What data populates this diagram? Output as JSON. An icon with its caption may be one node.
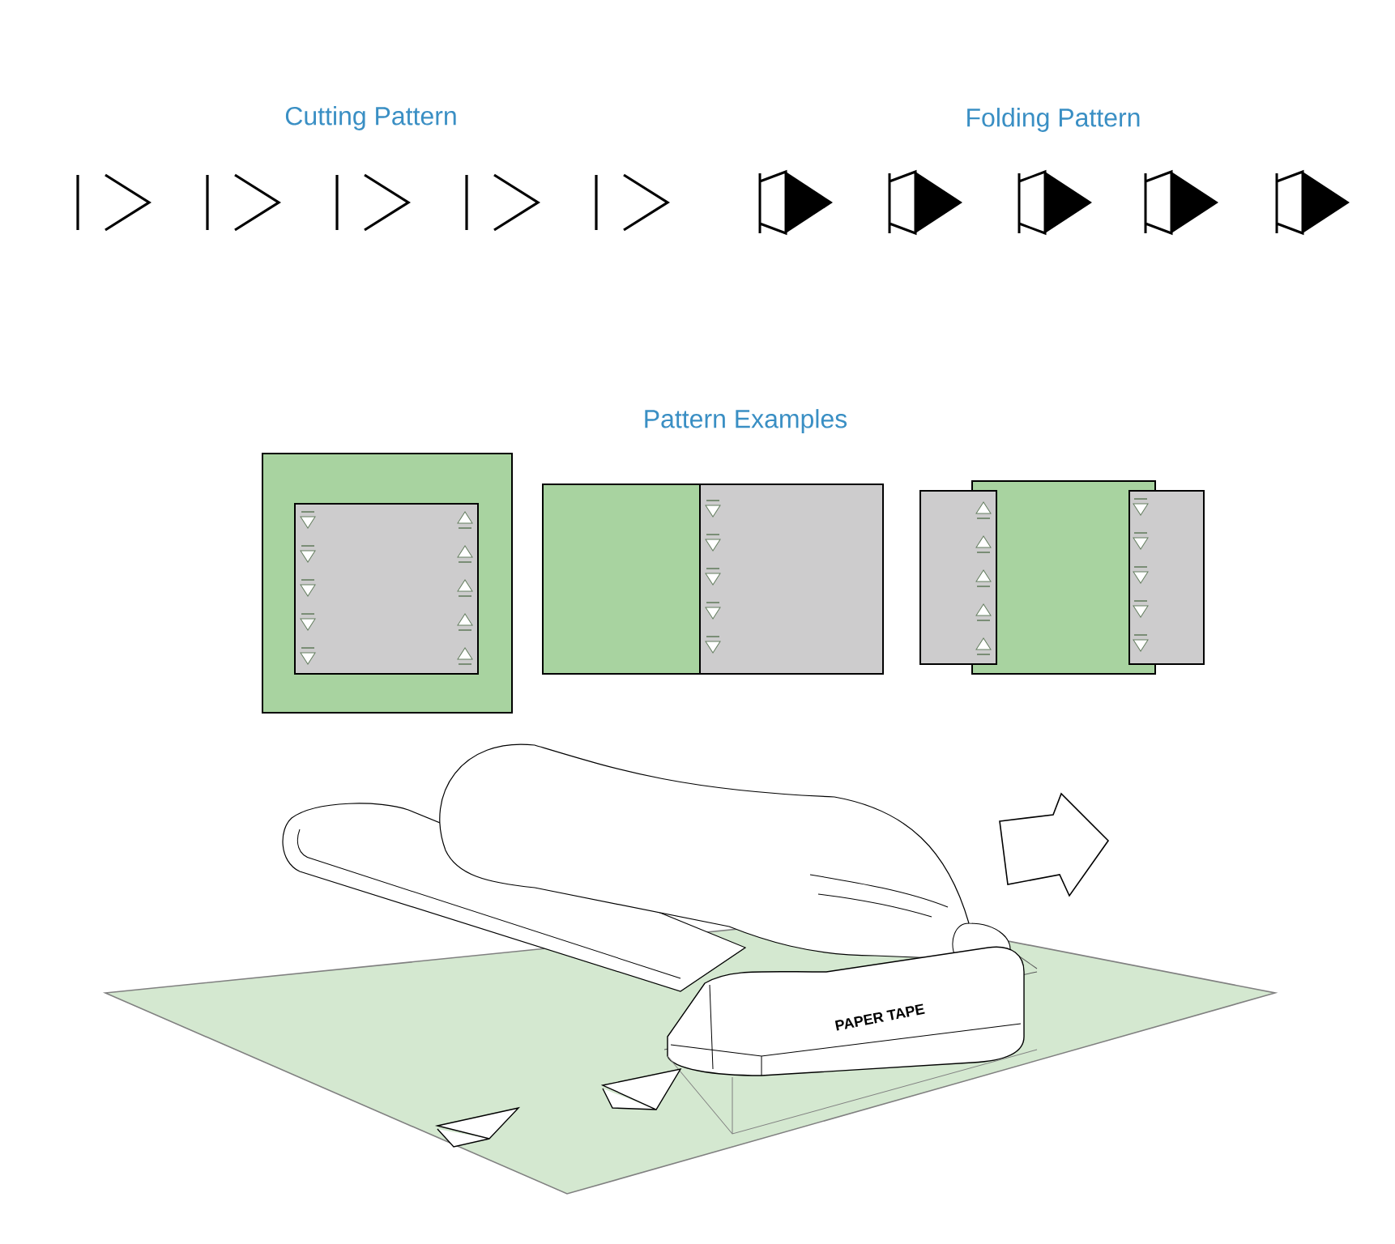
{
  "diagram": {
    "labels": [
      "Cutting Pattern",
      "Folding Pattern",
      "Pattern Examples",
      "PAPER TAPE"
    ]
  }
}
